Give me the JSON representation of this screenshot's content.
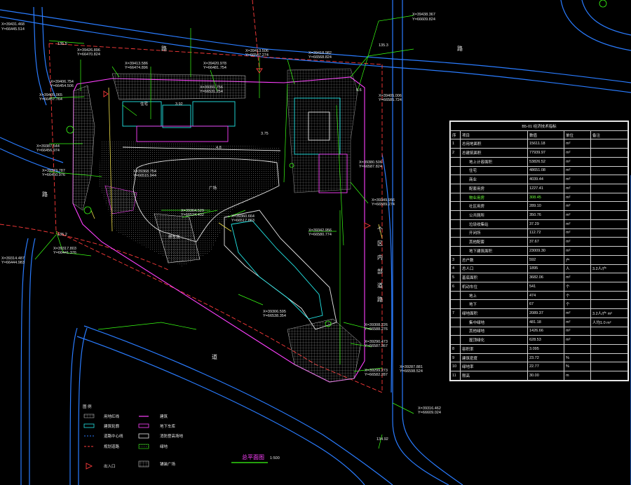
{
  "colors": {
    "background": "#000000",
    "road": "#2a7cff",
    "boundary": "#ff3b3b",
    "building": "#ff40ff",
    "green": "#39ff14",
    "cyan": "#22e6e6",
    "yellow": "#f2e24a",
    "white": "#e8e8e8"
  },
  "coords": {
    "top_right": [
      "X=39438.367",
      "Y=66609.824"
    ],
    "top_left": [
      "X=39431.468",
      "Y=66445.514"
    ],
    "c1": [
      "X=39426.896",
      "Y=66470.824"
    ],
    "c2": [
      "X=39413.586",
      "Y=66474.896"
    ],
    "c3": [
      "X=39420.978",
      "Y=66481.754"
    ],
    "c4": [
      "X=39413.506",
      "Y=66547.274"
    ],
    "c5": [
      "X=39418.982",
      "Y=66568.824"
    ],
    "c6": [
      "X=39406.754",
      "Y=66454.506"
    ],
    "c7": [
      "X=39405.065",
      "Y=66457.764"
    ],
    "c8": [
      "X=39405.006",
      "Y=66585.724"
    ],
    "c9": [
      "X=39391.756",
      "Y=66531.254"
    ],
    "c10": [
      "X=39387.544",
      "Y=66456.974"
    ],
    "c11": [
      "X=39380.506",
      "Y=66587.824"
    ],
    "c12": [
      "X=39373.787",
      "Y=66450.976"
    ],
    "c13": [
      "X=39368.754",
      "Y=66515.944"
    ],
    "c14": [
      "X=39364.529",
      "Y=66524.402"
    ],
    "c15": [
      "X=39360.664",
      "Y=66517.863"
    ],
    "c16": [
      "X=39349.956",
      "Y=66589.274"
    ],
    "c17": [
      "X=39342.956",
      "Y=66580.774"
    ],
    "c18": [
      "X=39317.803",
      "Y=66441.376"
    ],
    "c19": [
      "X=39314.487",
      "Y=66444.983"
    ],
    "c20": [
      "X=39306.595",
      "Y=66538.354"
    ],
    "c21": [
      "X=39308.226",
      "Y=66588.276"
    ],
    "c22": [
      "X=39290.473",
      "Y=66587.367"
    ],
    "c23": [
      "X=39287.881",
      "Y=66598.524"
    ],
    "c24": [
      "X=39299.273",
      "Y=66582.287"
    ],
    "c25": [
      "X=39316.462",
      "Y=66609.024"
    ]
  },
  "elevations": [
    "135.5",
    "135.3",
    "135.2",
    "134.92",
    "3.92",
    "5.6",
    "3.75",
    "4.8"
  ],
  "roads": {
    "north": "路",
    "north_right": "路",
    "west": "路",
    "south": "道",
    "east_vertical": [
      "个",
      "区",
      "内",
      "部",
      "道",
      "路"
    ]
  },
  "site": {
    "plaza_label": "广场",
    "building_label": "住宅",
    "parking_label": "停车场"
  },
  "plan_title": "总平面图",
  "plan_scale": "1:500",
  "legend": {
    "title": "图 例",
    "items_left": [
      "用地红线",
      "建筑轮廓",
      "道路中心线",
      "规划道路",
      "出入口"
    ],
    "items_right": [
      "建筑",
      "地下车库",
      "消防登高场地",
      "绿地",
      "铺装广场"
    ]
  },
  "table": {
    "title": "B5-01  经济技术指标",
    "header": [
      "序",
      "项目",
      "数值",
      "单位",
      "备注"
    ],
    "rows": [
      [
        "1",
        "总用地面积",
        "15611.18",
        "m²",
        ""
      ],
      [
        "2",
        "总建筑面积",
        "77939.97",
        "m²",
        ""
      ],
      [
        "",
        "地上计容面积",
        "53826.52",
        "m²",
        ""
      ],
      [
        "",
        "住宅",
        "48651.08",
        "m²",
        ""
      ],
      [
        "",
        "商业",
        "4039.44",
        "m²",
        ""
      ],
      [
        "",
        "配套用房",
        "1227.41",
        "m²",
        ""
      ],
      [
        "",
        "物业用房",
        "308.45",
        "m²",
        ""
      ],
      [
        "",
        "社区用房",
        "289.10",
        "m²",
        ""
      ],
      [
        "",
        "公共厕所",
        "350.76",
        "m²",
        ""
      ],
      [
        "",
        "垃圾收集站",
        "37.29",
        "m²",
        ""
      ],
      [
        "",
        "开闭所",
        "112.72",
        "m²",
        ""
      ],
      [
        "",
        "其他配套",
        "37.67",
        "m²",
        ""
      ],
      [
        "",
        "地下建筑面积",
        "23009.30",
        "m²",
        ""
      ],
      [
        "3",
        "总户数",
        "592",
        "户",
        ""
      ],
      [
        "4",
        "总人口",
        "1895",
        "人",
        "3.2人/户"
      ],
      [
        "5",
        "基底面积",
        "3682.06",
        "m²",
        ""
      ],
      [
        "6",
        "机动车位",
        "541",
        "个",
        ""
      ],
      [
        "",
        "地上",
        "474",
        "个",
        ""
      ],
      [
        "",
        "地下",
        "67",
        "个",
        ""
      ],
      [
        "7",
        "绿地面积",
        "2089.37",
        "m²",
        "3.2人/户 m²"
      ],
      [
        "",
        "集中绿地",
        "481.18",
        "m²",
        "人均1.0 m²"
      ],
      [
        "",
        "其他绿地",
        "1426.66",
        "m²",
        ""
      ],
      [
        "",
        "屋顶绿化",
        "628.53",
        "m²",
        ""
      ],
      [
        "8",
        "容积率",
        "3.095",
        "",
        ""
      ],
      [
        "9",
        "建筑密度",
        "23.72",
        "%",
        ""
      ],
      [
        "10",
        "绿地率",
        "22.77",
        "%",
        ""
      ],
      [
        "11",
        "限高",
        "30.00",
        "m",
        ""
      ]
    ]
  }
}
